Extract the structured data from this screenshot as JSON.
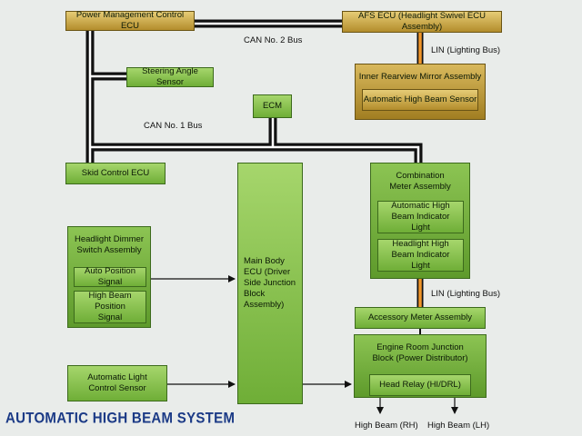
{
  "title": "AUTOMATIC HIGH BEAM SYSTEM",
  "components": {
    "power_mgmt_ecu": "Power Management Control ECU",
    "afs_ecu": "AFS ECU (Headlight Swivel ECU Assembly)",
    "steering_angle_sensor": "Steering Angle Sensor",
    "mirror_assembly": "Inner Rearview Mirror Assembly",
    "auto_high_beam_sensor": "Automatic High Beam Sensor",
    "ecm": "ECM",
    "skid_control_ecu": "Skid Control ECU",
    "combination_meter": "Combination Meter Assembly",
    "auto_hb_indicator": "Automatic High Beam Indicator Light",
    "headlight_hb_indicator": "Headlight High Beam Indicator Light",
    "dimmer_switch": "Headlight Dimmer Switch Assembly",
    "auto_position_signal": "Auto Position Signal",
    "high_beam_position_signal": "High Beam Position Signal",
    "main_body_ecu": "Main Body ECU (Driver Side Junction Block Assembly)",
    "accessory_meter": "Accessory Meter Assembly",
    "engine_room_jb": "Engine Room Junction Block (Power Distributor)",
    "head_relay": "Head Relay (HI/DRL)",
    "auto_light_sensor": "Automatic Light Control Sensor"
  },
  "buses": {
    "can2": "CAN No. 2 Bus",
    "can1": "CAN No. 1 Bus",
    "lin_top": "LIN (Lighting Bus)",
    "lin_mid": "LIN (Lighting Bus)"
  },
  "outputs": {
    "rh": "High Beam (RH)",
    "lh": "High Beam (LH)"
  },
  "colors": {
    "component": "#8cc453",
    "ecu_gold": "#d8b85c",
    "lin_bus": "#f0962a",
    "title": "#1b3a86"
  }
}
